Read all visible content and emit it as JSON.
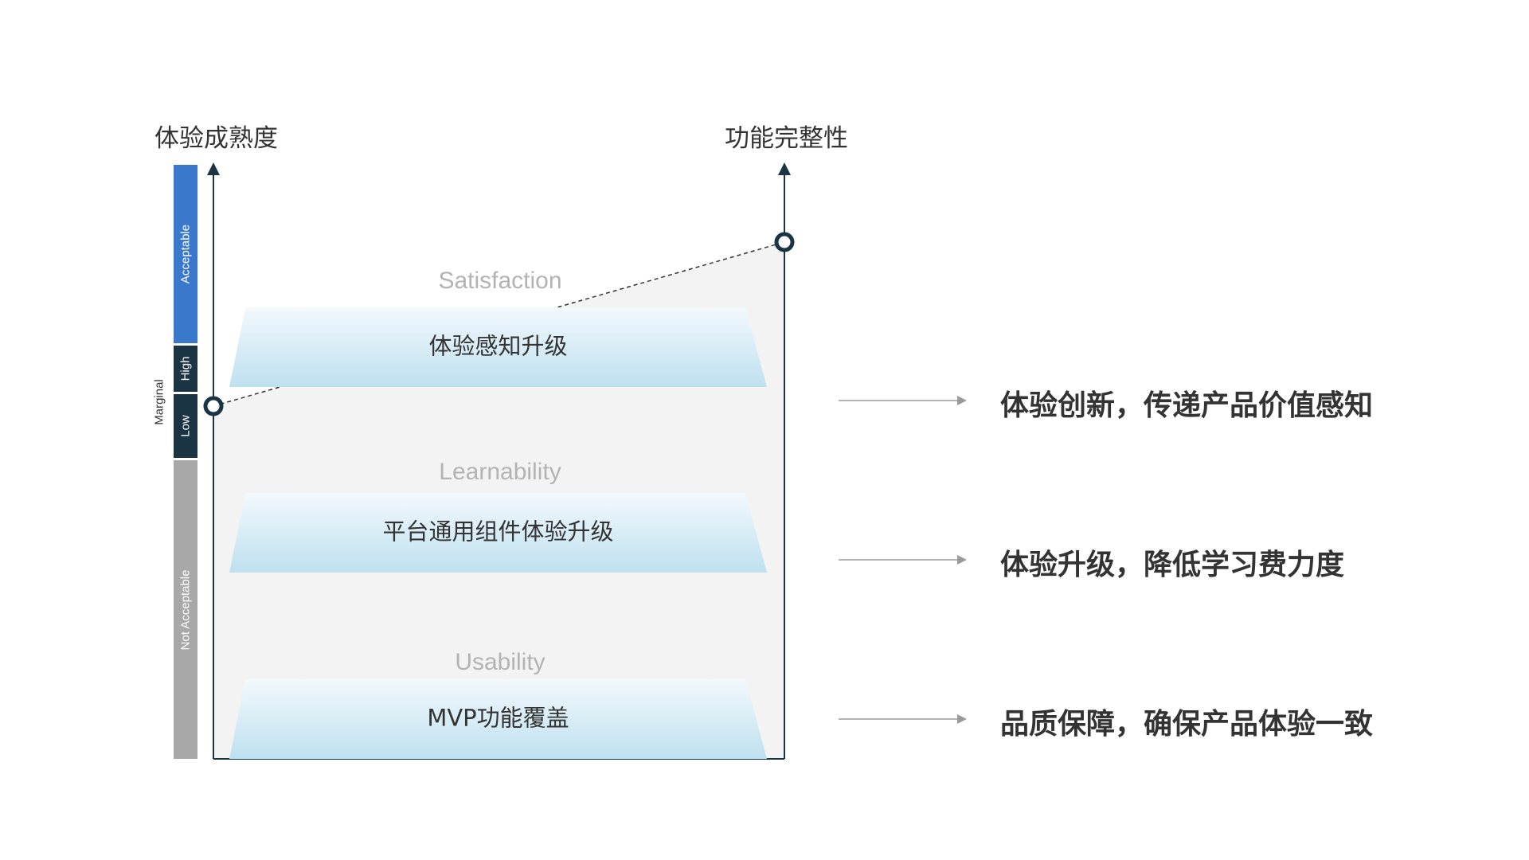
{
  "axes": {
    "left_title": "体验成熟度",
    "right_title": "功能完整性"
  },
  "scale": {
    "acceptable": "Acceptable",
    "high": "High",
    "low": "Low",
    "marginal": "Marginal",
    "not_acceptable": "Not Acceptable"
  },
  "colors": {
    "acceptable": "#3a78cc",
    "marginal": "#1a3444",
    "not_acceptable": "#a8a8a8",
    "axis": "#1a3444",
    "layer_fill_top": "#f3f9fd",
    "layer_fill_bottom": "#bee0ef"
  },
  "layers": [
    {
      "label": "Satisfaction",
      "title": "体验感知升级",
      "outcome": "体验创新，传递产品价值感知"
    },
    {
      "label": "Learnability",
      "title": "平台通用组件体验升级",
      "outcome": "体验升级，降低学习费力度"
    },
    {
      "label": "Usability",
      "title": "MVP功能覆盖",
      "outcome": "品质保障，确保产品体验一致"
    }
  ]
}
